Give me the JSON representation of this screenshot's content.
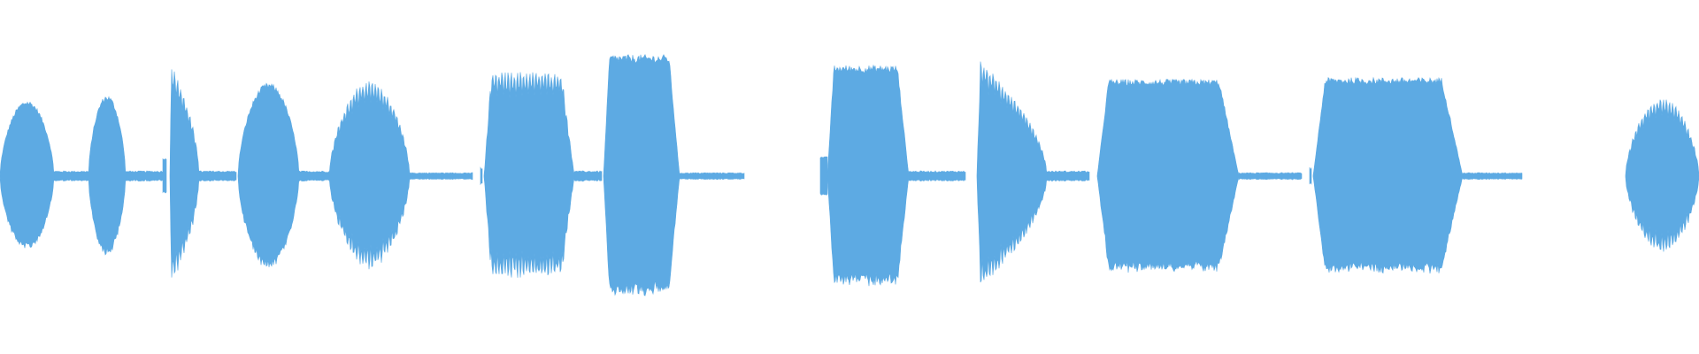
{
  "waveform": {
    "color": "#5DAAE3",
    "background": "#ffffff",
    "time_range": [
      0,
      1
    ],
    "amplitude_range": [
      -1,
      1
    ],
    "segments": [
      {
        "start": 0.0,
        "end": 0.032,
        "shape": "hump",
        "peak": 0.43,
        "style": "dense"
      },
      {
        "start": 0.032,
        "end": 0.052,
        "shape": "tail",
        "peak": 0.03,
        "style": "tail"
      },
      {
        "start": 0.052,
        "end": 0.074,
        "shape": "hump",
        "peak": 0.46,
        "style": "dense"
      },
      {
        "start": 0.074,
        "end": 0.096,
        "shape": "tail",
        "peak": 0.03,
        "style": "tail"
      },
      {
        "start": 0.096,
        "end": 0.098,
        "shape": "spike",
        "peak": 0.1,
        "style": "dense"
      },
      {
        "start": 0.1,
        "end": 0.117,
        "shape": "decay",
        "peak": 0.59,
        "style": "spiky"
      },
      {
        "start": 0.117,
        "end": 0.139,
        "shape": "tail",
        "peak": 0.03,
        "style": "tail"
      },
      {
        "start": 0.14,
        "end": 0.176,
        "shape": "hump",
        "peak": 0.53,
        "style": "dense"
      },
      {
        "start": 0.176,
        "end": 0.194,
        "shape": "tail",
        "peak": 0.03,
        "style": "tail"
      },
      {
        "start": 0.194,
        "end": 0.241,
        "shape": "hump",
        "peak": 0.51,
        "style": "spiky"
      },
      {
        "start": 0.241,
        "end": 0.278,
        "shape": "tail",
        "peak": 0.02,
        "style": "tail"
      },
      {
        "start": 0.283,
        "end": 0.284,
        "shape": "spike",
        "peak": 0.05,
        "style": "tail"
      },
      {
        "start": 0.285,
        "end": 0.338,
        "shape": "plateau",
        "peak": 0.56,
        "style": "spiky"
      },
      {
        "start": 0.338,
        "end": 0.354,
        "shape": "tail",
        "peak": 0.03,
        "style": "tail"
      },
      {
        "start": 0.355,
        "end": 0.4,
        "shape": "plateau",
        "peak": 0.69,
        "style": "dense"
      },
      {
        "start": 0.4,
        "end": 0.438,
        "shape": "tail",
        "peak": 0.02,
        "style": "tail"
      },
      {
        "start": 0.483,
        "end": 0.487,
        "shape": "spike",
        "peak": 0.11,
        "style": "dense"
      },
      {
        "start": 0.487,
        "end": 0.535,
        "shape": "plateau",
        "peak": 0.63,
        "style": "dense"
      },
      {
        "start": 0.535,
        "end": 0.568,
        "shape": "tail",
        "peak": 0.03,
        "style": "tail"
      },
      {
        "start": 0.575,
        "end": 0.616,
        "shape": "decay",
        "peak": 0.61,
        "style": "spiky"
      },
      {
        "start": 0.616,
        "end": 0.641,
        "shape": "tail",
        "peak": 0.03,
        "style": "tail"
      },
      {
        "start": 0.646,
        "end": 0.729,
        "shape": "plateau",
        "peak": 0.55,
        "style": "dense"
      },
      {
        "start": 0.729,
        "end": 0.766,
        "shape": "tail",
        "peak": 0.02,
        "style": "tail"
      },
      {
        "start": 0.771,
        "end": 0.772,
        "shape": "spike",
        "peak": 0.05,
        "style": "tail"
      },
      {
        "start": 0.773,
        "end": 0.861,
        "shape": "plateau",
        "peak": 0.56,
        "style": "dense"
      },
      {
        "start": 0.861,
        "end": 0.896,
        "shape": "tail",
        "peak": 0.02,
        "style": "tail"
      },
      {
        "start": 0.957,
        "end": 1.0,
        "shape": "hump",
        "peak": 0.42,
        "style": "spiky"
      }
    ]
  }
}
